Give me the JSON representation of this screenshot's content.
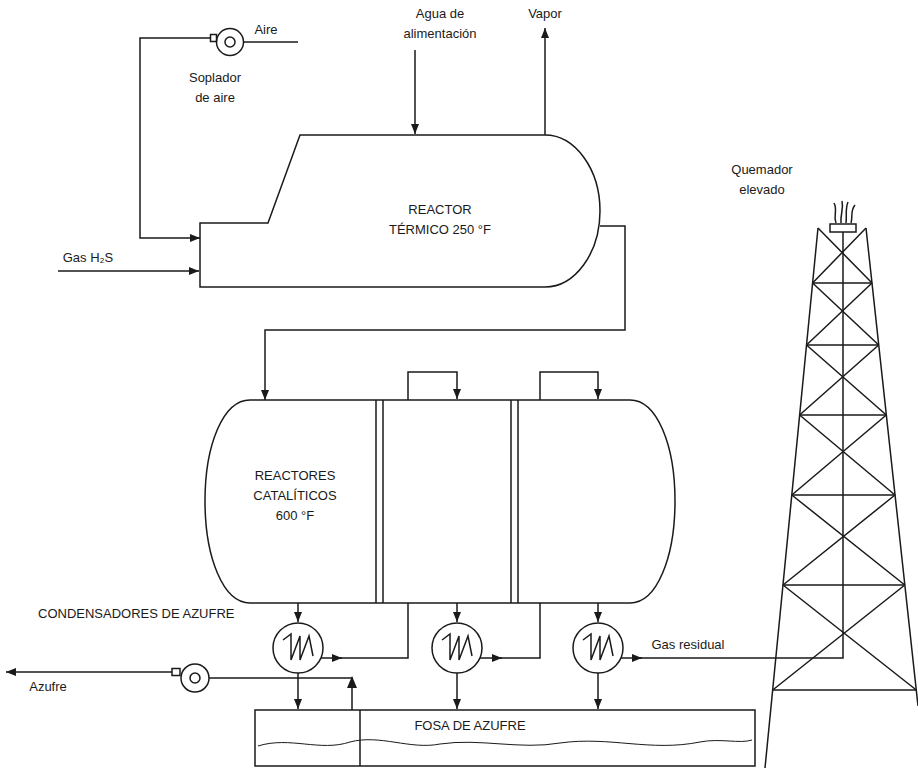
{
  "diagram": {
    "nodes": [
      {
        "text": [
          "Soplador de aire"
        ]
      },
      {
        "text": [
          "REACTOR TÉRMICO 250 °F"
        ]
      },
      {
        "text": [
          "Quemador elevado"
        ]
      },
      {
        "text": [
          "REACTORES CATALÍTICOS 600 °F"
        ]
      },
      {
        "text": [
          "FOSA DE AZUFRE"
        ]
      }
    ],
    "edges": [
      {
        "from": 0,
        "to": 1,
        "arrow": "to"
      },
      {
        "from": 1,
        "to": 3,
        "arrow": "to"
      }
    ],
    "labels": [
      "Agua de alimentación",
      "Vapor",
      "Aire",
      "Gas H₂S",
      "CONDENSADORES DE AZUFRE",
      "Azufre",
      "Gas residual"
    ]
  }
}
